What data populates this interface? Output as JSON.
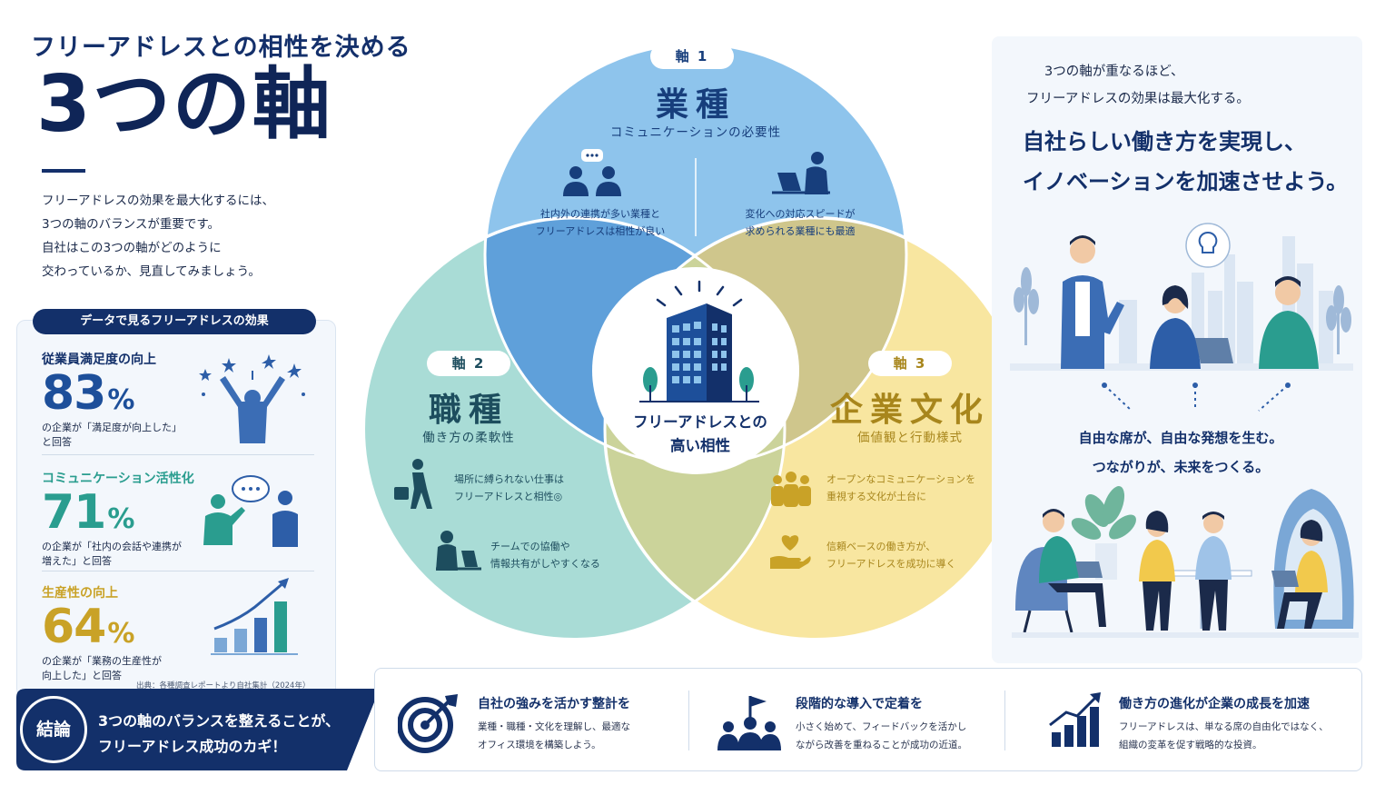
{
  "header": {
    "subtitle": "フリーアドレスとの相性を決める",
    "title": "3つの軸",
    "intro": [
      "フリーアドレスの効果を最大化するには、",
      "3つの軸のバランスが重要です。",
      "自社はこの3つの軸がどのように",
      "交わっているか、見直してみましょう。"
    ]
  },
  "data_panel": {
    "title": "データで見るフリーアドレスの効果",
    "stats": [
      {
        "label": "従業員満足度の向上",
        "value": "83",
        "unit": "%",
        "desc": [
          "の企業が「満足度が向上した」",
          "と回答"
        ],
        "color": "#1d4f9a"
      },
      {
        "label": "コミュニケーション活性化",
        "value": "71",
        "unit": "%",
        "desc": [
          "の企業が「社内の会話や連携が",
          "増えた」と回答"
        ],
        "color": "#2a9d8f"
      },
      {
        "label": "生産性の向上",
        "value": "64",
        "unit": "%",
        "desc": [
          "の企業が「業務の生産性が",
          "向上した」と回答"
        ],
        "color": "#c9a227"
      }
    ],
    "source": "出典：各種調査レポートより自社集計（2024年）"
  },
  "conclusion": {
    "badge": "結論",
    "text": [
      "3つの軸のバランスを整えることが、",
      "フリーアドレス成功のカギ！"
    ]
  },
  "venn": {
    "axis1": {
      "pill": "軸 1",
      "title": "業種",
      "sub": "コミュニケーションの必要性",
      "notes": [
        [
          "社内外の連携が多い業種と",
          "フリーアドレスは相性が良い"
        ],
        [
          "変化への対応スピードが",
          "求められる業種にも最適"
        ]
      ],
      "color": "#8ec4ec",
      "text_color": "#173e7c"
    },
    "axis2": {
      "pill": "軸 2",
      "title": "職種",
      "sub": "働き方の柔軟性",
      "notes": [
        [
          "場所に縛られない仕事は",
          "フリーアドレスと相性◎"
        ],
        [
          "チームでの協働や",
          "情報共有がしやすくなる"
        ]
      ],
      "color": "#a9dcd6",
      "text_color": "#1d4d5e"
    },
    "axis3": {
      "pill": "軸 3",
      "title": "企業文化",
      "sub": "価値観と行動様式",
      "notes": [
        [
          "オープンなコミュニケーションを",
          "重視する文化が土台に"
        ],
        [
          "信頼ベースの働き方が、",
          "フリーアドレスを成功に導く"
        ]
      ],
      "color": "#f8e6a0",
      "text_color": "#a8861c"
    },
    "center": [
      "フリーアドレスとの",
      "高い相性"
    ]
  },
  "right_panel": {
    "lead": [
      "3つの軸が重なるほど、",
      "フリーアドレスの効果は最大化する。"
    ],
    "headline": [
      "自社らしい働き方を実現し、",
      "イノベーションを加速させよう。"
    ],
    "mid": [
      "自由な席が、自由な発想を生む。",
      "つながりが、未来をつくる。"
    ]
  },
  "bottom": [
    {
      "title": "自社の強みを活かす整計を",
      "desc": [
        "業種・職種・文化を理解し、最適な",
        "オフィス環境を構築しよう。"
      ],
      "icon": "target-icon"
    },
    {
      "title": "段階的な導入で定着を",
      "desc": [
        "小さく始めて、フィードバックを活かし",
        "ながら改善を重ねることが成功の近道。"
      ],
      "icon": "team-flag-icon"
    },
    {
      "title": "働き方の進化が企業の成長を加速",
      "desc": [
        "フリーアドレスは、単なる席の自由化ではなく、",
        "組織の変革を促す戦略的な投資。"
      ],
      "icon": "growth-chart-icon"
    }
  ],
  "colors": {
    "navy": "#13306a",
    "blue": "#8ec4ec",
    "teal": "#a9dcd6",
    "yellow": "#f8e6a0"
  }
}
